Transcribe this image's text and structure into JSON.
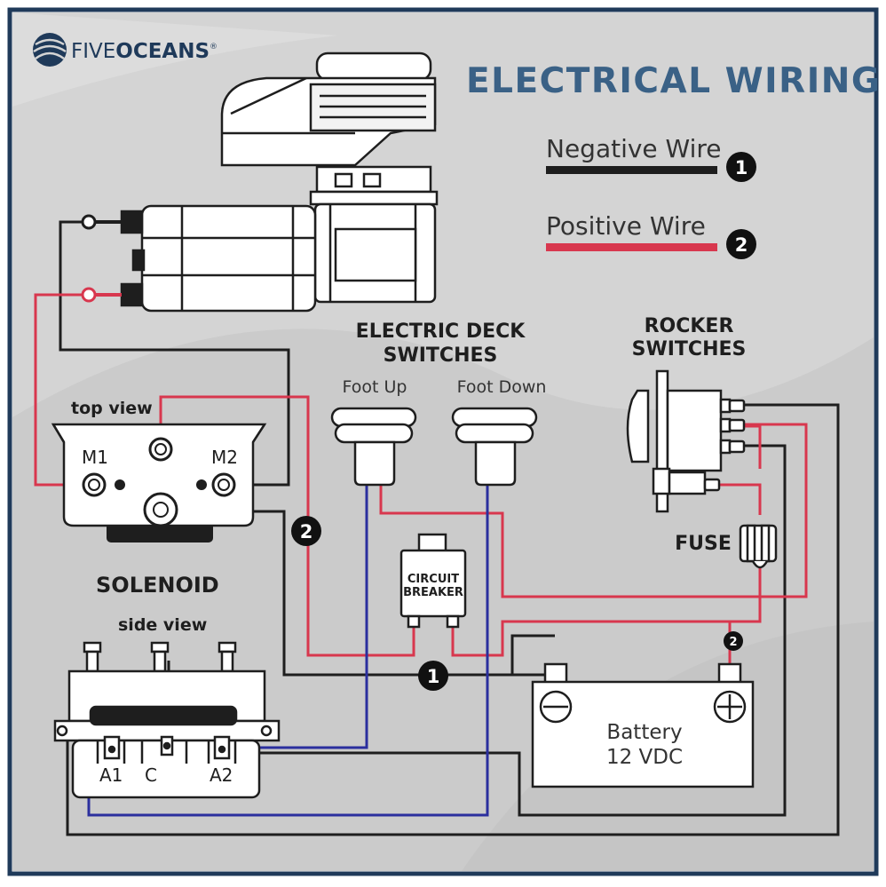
{
  "brand": {
    "five": "FIVE",
    "oceans": "OCEANS",
    "registered": "®"
  },
  "title": "ELECTRICAL WIRING",
  "legend": {
    "negative": {
      "label": "Negative Wire",
      "number": "1",
      "color": "#1e1e1e"
    },
    "positive": {
      "label": "Positive Wire",
      "number": "2",
      "color": "#d8374e"
    }
  },
  "deck_switches": {
    "title_line1": "ELECTRIC DECK",
    "title_line2": "SWITCHES",
    "foot_up": "Foot Up",
    "foot_down": "Foot Down"
  },
  "rocker": {
    "title_line1": "ROCKER",
    "title_line2": "SWITCHES"
  },
  "fuse": "FUSE",
  "breaker": {
    "line1": "CIRCUIT",
    "line2": "BREAKER"
  },
  "solenoid": {
    "top_view": "top view",
    "label": "SOLENOID",
    "side_view": "side view",
    "m1": "M1",
    "m2": "M2",
    "a1": "A1",
    "c": "C",
    "a2": "A2"
  },
  "battery": {
    "line1": "Battery",
    "line2": "12 VDC"
  },
  "wire_markers": {
    "positive": "2",
    "negative": "1",
    "battery_positive": "2"
  },
  "colors": {
    "frame": "#1f3a5a",
    "title": "#3a6186",
    "negative_wire": "#1e1e1e",
    "positive_wire": "#d8374e",
    "control_wire": "#2b2f9e",
    "background": "#d4d4d4"
  }
}
